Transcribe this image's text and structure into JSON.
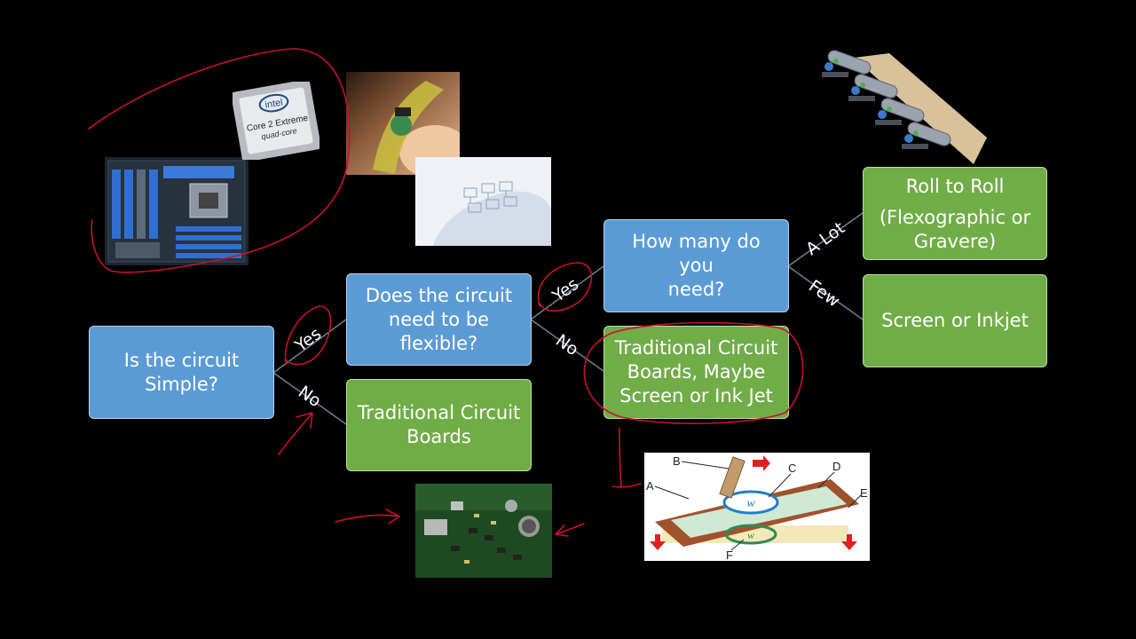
{
  "nodes": {
    "simple": [
      "Is the circuit",
      "Simple?"
    ],
    "flexible": [
      "Does the circuit",
      "need to be flexible?"
    ],
    "trad_boards": [
      "Traditional Circuit",
      "Boards"
    ],
    "how_many": [
      "How many do you",
      "need?"
    ],
    "trad_maybe": [
      "Traditional Circuit",
      "Boards, Maybe",
      "Screen or Ink Jet"
    ],
    "roll_to_roll_title": "Roll to Roll",
    "roll_to_roll_sub": [
      "(Flexographic or",
      "Gravere)"
    ],
    "screen_inkjet": "Screen or Inkjet"
  },
  "edges": {
    "simple_yes": "Yes",
    "simple_no": "No",
    "flex_yes": "Yes",
    "flex_no": "No",
    "many_alot": "A Lot",
    "many_few": "Few"
  },
  "images": {
    "cpu_brand": "intel",
    "cpu_model": "Core 2 Extreme",
    "cpu_sub": "quad-core",
    "screen_labels": [
      "A",
      "B",
      "C",
      "D",
      "E",
      "F"
    ],
    "screen_letter": "w"
  },
  "colors": {
    "decision_blue": "#5b9bd5",
    "outcome_green": "#70ad47",
    "annotation_red": "#c8102e"
  }
}
